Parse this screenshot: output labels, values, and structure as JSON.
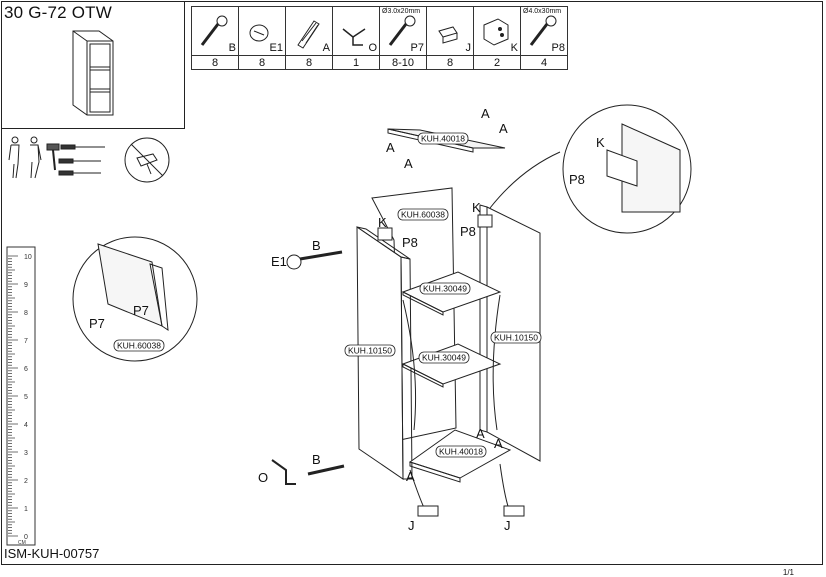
{
  "header": {
    "model": "30 G-72 OTW",
    "document_code": "ISM-KUH-00757",
    "page": "1/1"
  },
  "hardware": [
    {
      "code": "B",
      "qty": "8",
      "spec": "",
      "icon": "screw-icon"
    },
    {
      "code": "E1",
      "qty": "8",
      "spec": "",
      "icon": "cam-lock-icon"
    },
    {
      "code": "A",
      "qty": "8",
      "spec": "",
      "icon": "dowel-icon"
    },
    {
      "code": "O",
      "qty": "1",
      "spec": "",
      "icon": "hex-key-icon"
    },
    {
      "code": "P7",
      "qty": "8-10",
      "spec": "Ø3.0x20mm",
      "icon": "screw-icon"
    },
    {
      "code": "J",
      "qty": "8",
      "spec": "",
      "icon": "foot-icon"
    },
    {
      "code": "K",
      "qty": "2",
      "spec": "",
      "icon": "bracket-icon"
    },
    {
      "code": "P8",
      "qty": "4",
      "spec": "Ø4.0x30mm",
      "icon": "screw-icon"
    }
  ],
  "panels": {
    "top": "KUH.40018",
    "bottom": "KUH.40018",
    "back": "KUH.60038",
    "shelf_upper": "KUH.30049",
    "shelf_lower": "KUH.30049",
    "side_left": "KUH.10150",
    "side_right": "KUH.10150",
    "detail_back": "KUH.60038"
  },
  "callouts": {
    "a": "A",
    "b": "B",
    "e1": "E1",
    "k": "K",
    "p8": "P8",
    "p7": "P7",
    "o": "O",
    "j": "J"
  },
  "ruler": {
    "marks": [
      "0",
      "1",
      "2",
      "3",
      "4",
      "5",
      "6",
      "7",
      "8",
      "9",
      "10"
    ],
    "unit": "CM"
  }
}
